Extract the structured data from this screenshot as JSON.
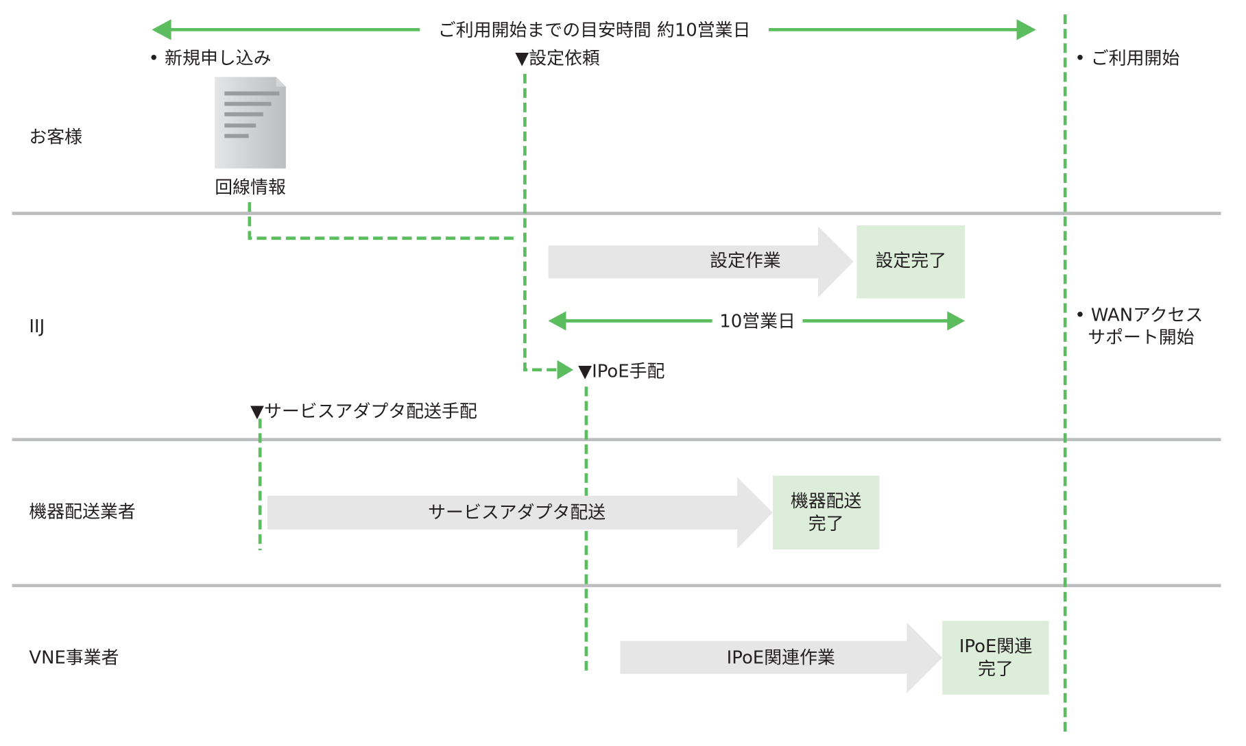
{
  "diagram": {
    "overall_span": {
      "label": "ご利用開始までの目安時間 約10営業日"
    },
    "lanes": [
      {
        "id": "customer",
        "label": "お客様"
      },
      {
        "id": "iij",
        "label": "IIJ"
      },
      {
        "id": "device_delivery",
        "label": "機器配送業者"
      },
      {
        "id": "vne",
        "label": "VNE事業者"
      }
    ],
    "milestones": {
      "new_application": "• 新規申し込み",
      "setting_request": "▼設定依頼",
      "service_start": "• ご利用開始",
      "wan_support_line1": "• WANアクセス",
      "wan_support_line2": "サポート開始",
      "ipoe_arrangement": "▼IPoE手配",
      "adapter_delivery_arrangement": "▼サービスアダプタ配送手配"
    },
    "document": {
      "icon": "document-icon",
      "label": "回線情報"
    },
    "tasks": [
      {
        "lane": "iij",
        "label": "設定作業",
        "result": [
          "設定完了"
        ]
      },
      {
        "lane": "device_delivery",
        "label": "サービスアダプタ配送",
        "result": [
          "機器配送",
          "完了"
        ]
      },
      {
        "lane": "vne",
        "label": "IPoE関連作業",
        "result": [
          "IPoE関連",
          "完了"
        ]
      }
    ],
    "iij_span": {
      "label": "10営業日"
    },
    "colors": {
      "accent_green": "#5cbd5f",
      "task_arrow_gray": "#e6e6e6",
      "complete_box_green": "#dcedda",
      "separator_gray": "#bcbdbf",
      "text": "#231f20"
    }
  }
}
